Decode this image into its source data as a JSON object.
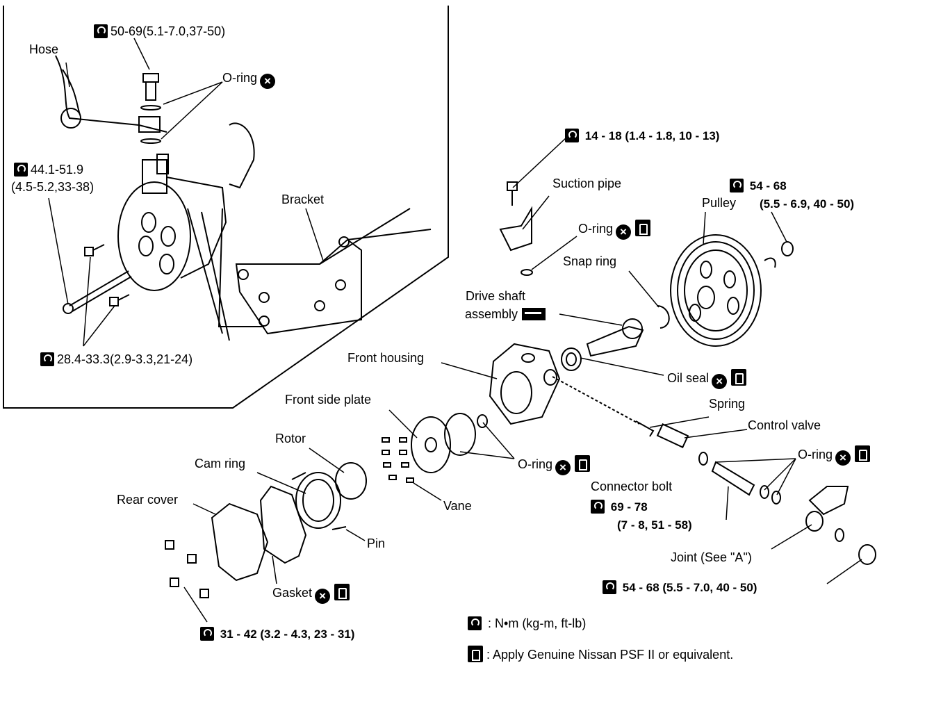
{
  "labels": {
    "hose": "Hose",
    "oring_top": "O-ring",
    "bracket": "Bracket",
    "suction_pipe": "Suction pipe",
    "oring_suction": "O-ring",
    "pulley": "Pulley",
    "snap_ring": "Snap ring",
    "drive_shaft_1": "Drive shaft",
    "drive_shaft_2": "assembly",
    "front_housing": "Front housing",
    "oil_seal": "Oil seal",
    "spring": "Spring",
    "control_valve": "Control valve",
    "oring_cv": "O-ring",
    "front_side_plate": "Front side plate",
    "rotor": "Rotor",
    "oring_fsp": "O-ring",
    "connector_bolt": "Connector bolt",
    "cam_ring": "Cam ring",
    "vane": "Vane",
    "rear_cover": "Rear cover",
    "pin": "Pin",
    "gasket": "Gasket",
    "joint": "Joint (See \"A\")"
  },
  "torques": {
    "t_top": "50-69(5.1-7.0,37-50)",
    "t_left_1": "44.1-51.9",
    "t_left_2": "(4.5-5.2,33-38)",
    "t_bottom_inset": "28.4-33.3(2.9-3.3,21-24)",
    "t_suction": "14 - 18 (1.4 - 1.8, 10 - 13)",
    "t_pulley_1": "54 - 68",
    "t_pulley_2": "(5.5 - 6.9, 40 - 50)",
    "t_connector_1": "69 - 78",
    "t_connector_2": "(7 - 8, 51 - 58)",
    "t_joint": "54 - 68 (5.5 - 7.0, 40 - 50)",
    "t_rear": "31 - 42 (3.2 - 4.3, 23 - 31)"
  },
  "legend": {
    "torque_units": ": N•m (kg-m, ft-lb)",
    "fluid_note": ": Apply Genuine Nissan PSF II or equivalent."
  },
  "icons": {
    "torque": "torque-wrench-icon",
    "replace": "do-not-reuse-icon",
    "fluid": "apply-fluid-icon",
    "tool": "special-tool-icon"
  }
}
